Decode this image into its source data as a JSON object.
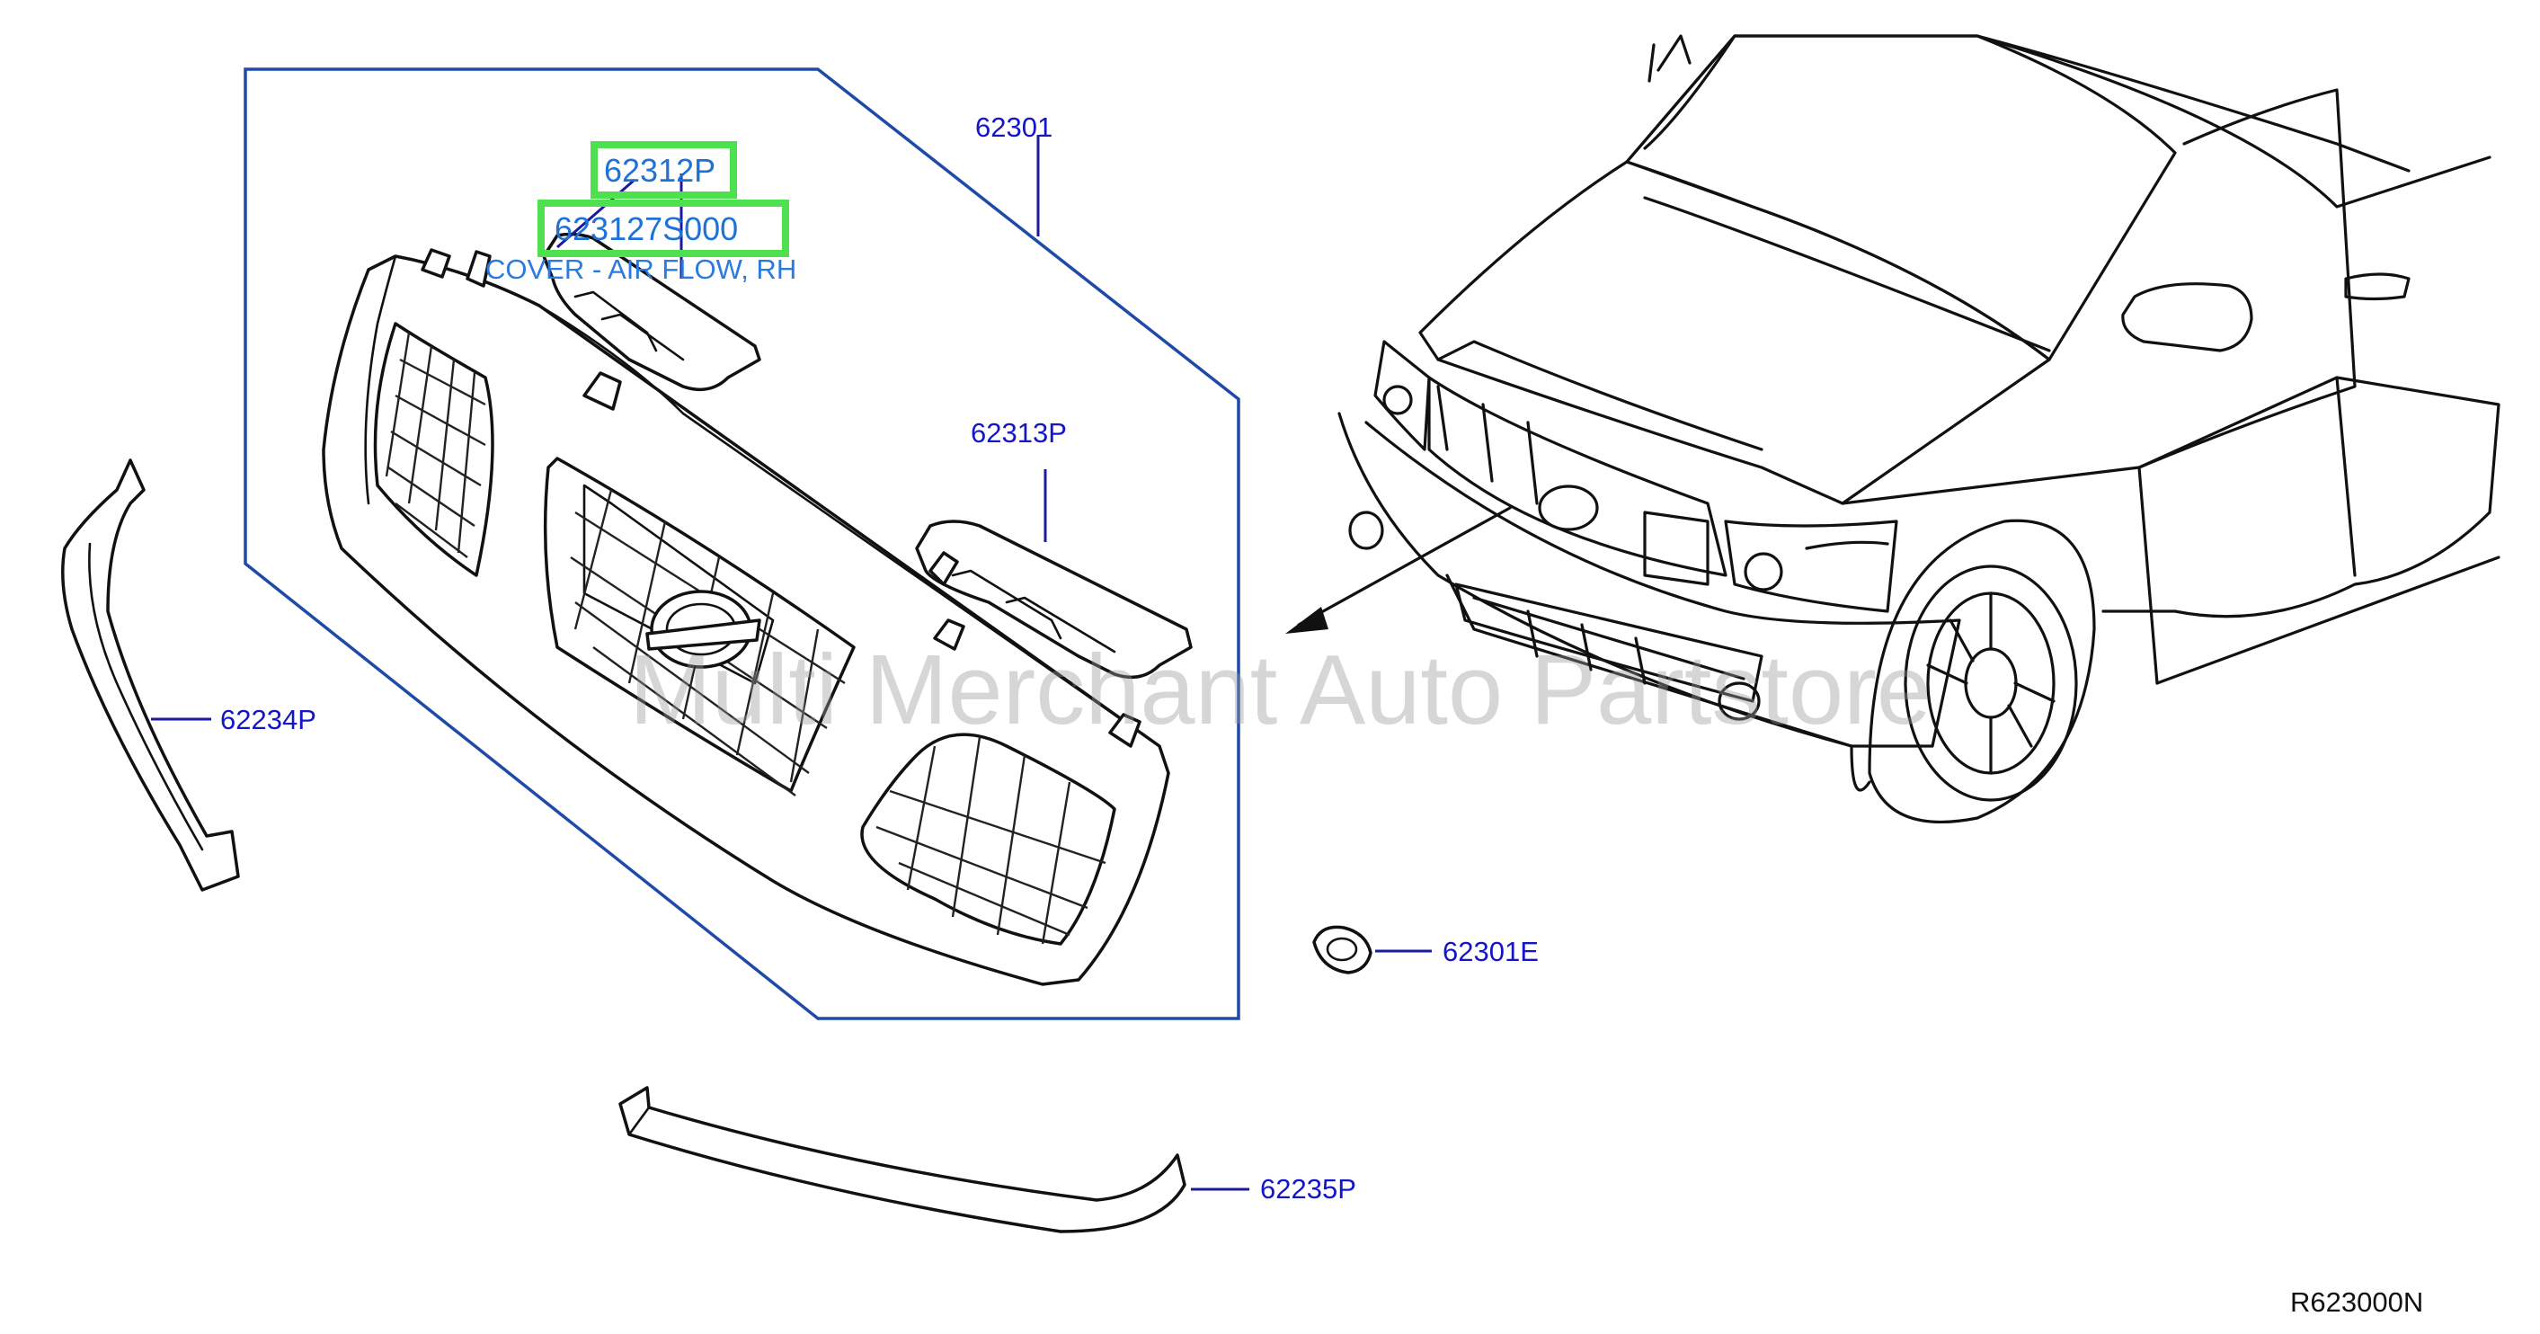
{
  "callouts": {
    "assembly": "62301",
    "cover_ref": "62312P",
    "cover_part": "623127S000",
    "cover_desc": "COVER - AIR FLOW, RH",
    "cover_lh": "62313P",
    "molding_side": "62234P",
    "clip": "62301E",
    "molding_lower": "62235P"
  },
  "diagram_ref": "R623000N",
  "watermark": "Multi Merchant Auto Partstore",
  "colors": {
    "callout_text": "#1515c8",
    "highlight_box": "#4fe04f",
    "assembly_frame": "#1f4aa8",
    "watermark": "#9a9a9a"
  }
}
